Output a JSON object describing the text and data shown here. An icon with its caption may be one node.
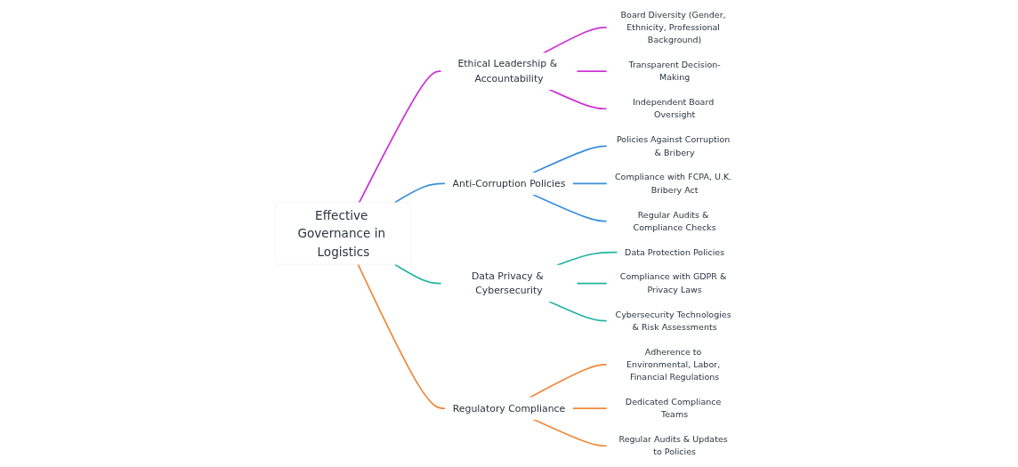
{
  "diagram": {
    "nodes": [
      {
        "text": [
          "Effective Governance in Logistics"
        ]
      },
      {
        "text": [
          "Ethical Leadership & Accountability"
        ]
      },
      {
        "text": [
          "Board Diversity (Gender, Ethnicity, Professional Background)"
        ]
      },
      {
        "text": [
          "Transparent Decision-Making"
        ]
      },
      {
        "text": [
          "Independent Board Oversight"
        ]
      },
      {
        "text": [
          "Anti-Corruption Policies"
        ]
      },
      {
        "text": [
          "Policies Against Corruption & Bribery"
        ]
      },
      {
        "text": [
          "Compliance with FCPA, U.K. Bribery Act"
        ]
      },
      {
        "text": [
          "Regular Audits & Compliance Checks"
        ]
      },
      {
        "text": [
          "Data Privacy & Cybersecurity"
        ]
      },
      {
        "text": [
          "Data Protection Policies"
        ]
      },
      {
        "text": [
          "Compliance with GDPR & Privacy Laws"
        ]
      },
      {
        "text": [
          "Cybersecurity Technologies & Risk Assessments"
        ]
      },
      {
        "text": [
          "Regulatory Compliance"
        ]
      },
      {
        "text": [
          "Adherence to Environmental, Labor, Financial Regulations"
        ]
      },
      {
        "text": [
          "Dedicated Compliance Teams"
        ]
      },
      {
        "text": [
          "Regular Audits & Updates to Policies"
        ]
      }
    ],
    "edges": [
      {
        "from": 0,
        "to": 1,
        "arrow": "none",
        "color": "#cc33d6"
      },
      {
        "from": 1,
        "to": 2,
        "arrow": "none",
        "color": "#cc33d6"
      },
      {
        "from": 1,
        "to": 3,
        "arrow": "none",
        "color": "#cc33d6"
      },
      {
        "from": 1,
        "to": 4,
        "arrow": "none",
        "color": "#cc33d6"
      },
      {
        "from": 0,
        "to": 5,
        "arrow": "none",
        "color": "#3a8fdc"
      },
      {
        "from": 5,
        "to": 6,
        "arrow": "none",
        "color": "#3a8fdc"
      },
      {
        "from": 5,
        "to": 7,
        "arrow": "none",
        "color": "#3a8fdc"
      },
      {
        "from": 5,
        "to": 8,
        "arrow": "none",
        "color": "#3a8fdc"
      },
      {
        "from": 0,
        "to": 9,
        "arrow": "none",
        "color": "#22b3a0"
      },
      {
        "from": 9,
        "to": 10,
        "arrow": "none",
        "color": "#22b3a0"
      },
      {
        "from": 9,
        "to": 11,
        "arrow": "none",
        "color": "#22b3a0"
      },
      {
        "from": 9,
        "to": 12,
        "arrow": "none",
        "color": "#22b3a0"
      },
      {
        "from": 0,
        "to": 13,
        "arrow": "none",
        "color": "#f0883a"
      },
      {
        "from": 13,
        "to": 14,
        "arrow": "none",
        "color": "#f0883a"
      },
      {
        "from": 13,
        "to": 15,
        "arrow": "none",
        "color": "#f0883a"
      },
      {
        "from": 13,
        "to": 16,
        "arrow": "none",
        "color": "#f0883a"
      }
    ]
  }
}
